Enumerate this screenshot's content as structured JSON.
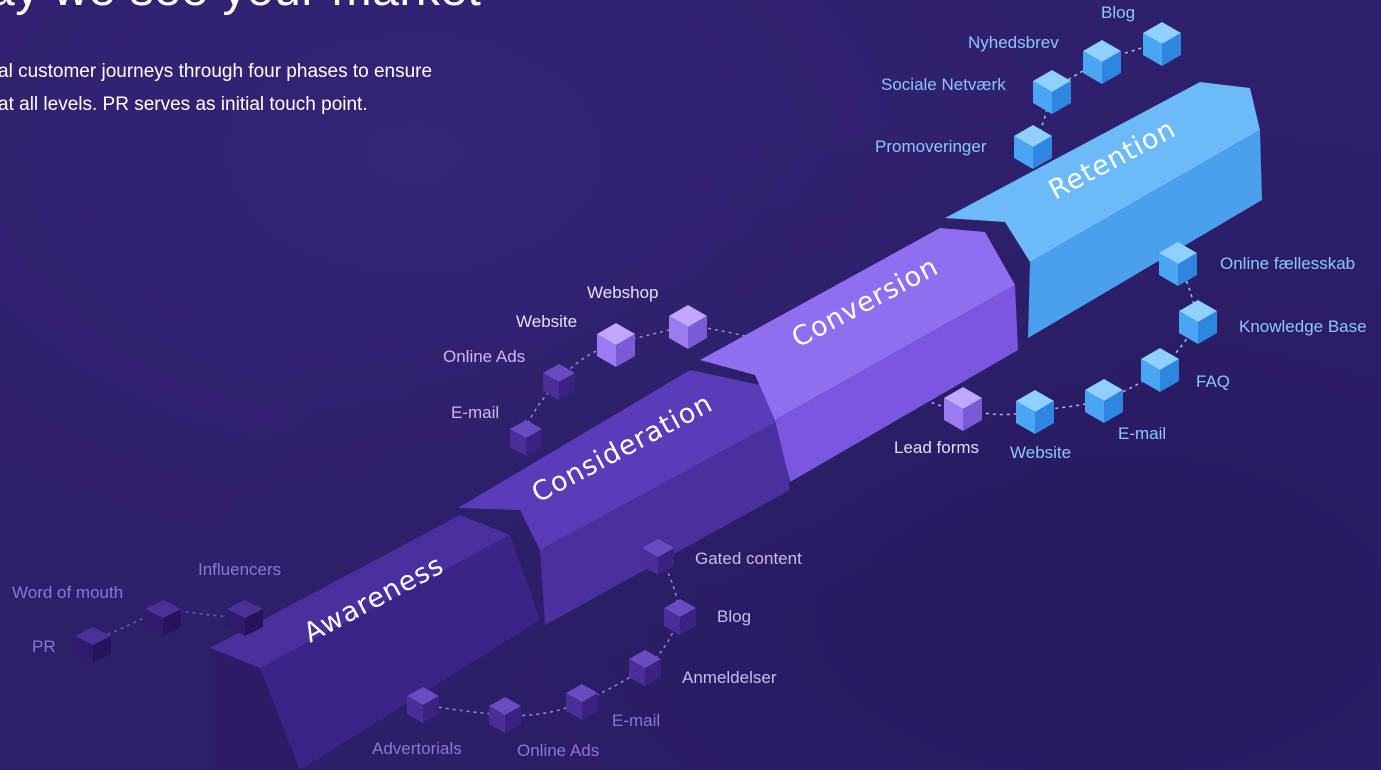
{
  "header": {
    "title_fragment": "ay we see your market",
    "intro_line_1": "al customer journeys through four phases to ensure",
    "intro_line_2": "at all levels. PR serves as initial touch point."
  },
  "phases": {
    "awareness": "Awareness",
    "consideration": "Consideration",
    "conversion": "Conversion",
    "retention": "Retention"
  },
  "touchpoints": {
    "awareness": [
      "PR",
      "Word of mouth",
      "Influencers"
    ],
    "consideration_top": [
      "E-mail",
      "Online Ads",
      "Website",
      "Webshop"
    ],
    "consideration_bottom": [
      "Gated content",
      "Blog",
      "Anmeldelser",
      "E-mail",
      "Online Ads",
      "Advertorials"
    ],
    "conversion": [
      "Lead forms",
      "Website",
      "E-mail",
      "FAQ"
    ],
    "retention_top": [
      "Promoveringer",
      "Sociale Netværk",
      "Nyhedsbrev",
      "Blog"
    ],
    "retention_right": [
      "Online fællesskab",
      "Knowledge Base"
    ]
  },
  "colors": {
    "background": "#2e1f6b",
    "awareness": "#4a2f9e",
    "consideration": "#5a3cb8",
    "conversion": "#8f6ff0",
    "retention": "#5fb3f5"
  }
}
